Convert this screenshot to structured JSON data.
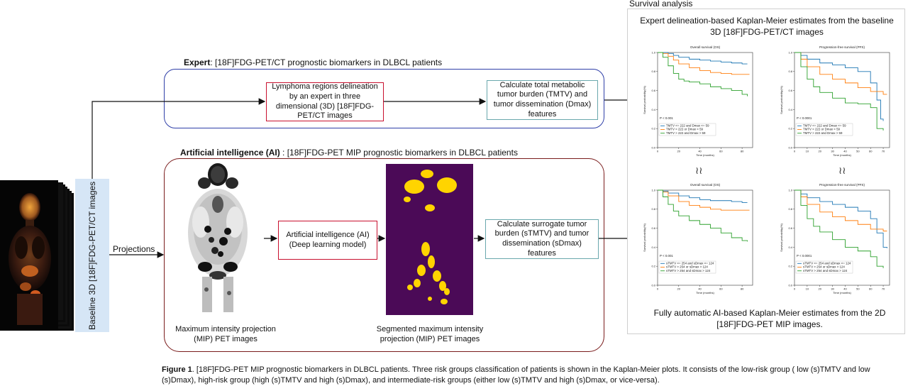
{
  "figure": {
    "survival_header": "Survival analysis",
    "expert_title_bold": "Expert",
    "expert_title_rest": ": [18F]FDG-PET/CT prognostic biomarkers in DLBCL patients",
    "ai_title_bold": "Artificial intelligence (AI)",
    "ai_title_rest": " : [18F]FDG-PET MIP prognostic biomarkers in DLBCL patients",
    "baseline_label": "Baseline 3D [18F]FDG-PET/CT images",
    "projections_label": "Projections",
    "expert_box1": "Lymphoma regions delineation by an expert in three dimensional (3D) [18F]FDG-PET/CT images",
    "expert_box2": "Calculate total metabolic tumor burden (TMTV) and tumor dissemination (Dmax) features",
    "ai_box1": "Artificial intelligence (AI) (Deep learning model)",
    "ai_box2": "Calculate surrogate tumor burden (sTMTV) and tumor dissemination (sDmax) features",
    "mip_caption": "Maximum intensity projection (MIP)  PET images",
    "seg_caption": "Segmented maximum intensity projection (MIP)  PET images",
    "km_top_caption": "Expert delineation-based Kaplan-Meier estimates from the baseline 3D [18F]FDG-PET/CT images",
    "km_bottom_caption": "Fully automatic AI-based Kaplan-Meier estimates from the 2D [18F]FDG-PET MIP images.",
    "break_symbol": "≀≀",
    "caption_bold": "Figure 1",
    "caption_rest": ". [18F]FDG-PET MIP prognostic biomarkers in DLBCL patients. Three risk groups classification of patients is shown in the Kaplan-Meier plots. It consists of the low-risk group ( low (s)TMTV and low (s)Dmax), high-risk group (high (s)TMTV and high (s)Dmax), and intermediate-risk groups (either low (s)TMTV and high (s)Dmax, or vice-versa)."
  },
  "colors": {
    "expert_frame": "#2f3fa8",
    "ai_frame": "#7a1c1c",
    "red_box": "#c8102e",
    "teal_box": "#6aa8ad",
    "baseline_bg": "#d6e6f6",
    "seg_bg": "#4b0a57",
    "seg_fg": "#ffd400",
    "km_low": "#1f77b4",
    "km_mid": "#ff7f0e",
    "km_high": "#2ca02c"
  },
  "chart_data": [
    {
      "type": "line",
      "title": "Overall survival (OS)",
      "xlabel": "Time (months)",
      "ylabel": "Survival probability(%)",
      "xticks": [
        "0",
        "20",
        "40",
        "60",
        "80"
      ],
      "yticks": [
        "0.0",
        "0.2",
        "0.4",
        "0.6",
        "0.8",
        "1.0"
      ],
      "xlim": [
        0,
        90
      ],
      "ylim": [
        0,
        1
      ],
      "pvalue": "P < 0.001",
      "series": [
        {
          "name": "TMTV <= 222 and Dmax <= 59",
          "x": [
            0,
            5,
            10,
            15,
            20,
            30,
            40,
            50,
            60,
            70,
            80,
            85
          ],
          "y": [
            1.0,
            1.0,
            0.99,
            0.97,
            0.95,
            0.93,
            0.92,
            0.91,
            0.9,
            0.89,
            0.88,
            0.88
          ]
        },
        {
          "name": "TMTV > 222 or Dmax > 59",
          "x": [
            0,
            5,
            10,
            15,
            20,
            30,
            40,
            50,
            60,
            70,
            80,
            87
          ],
          "y": [
            1.0,
            0.99,
            0.96,
            0.92,
            0.88,
            0.84,
            0.81,
            0.79,
            0.78,
            0.77,
            0.77,
            0.77
          ]
        },
        {
          "name": "TMTV > 222 and Dmax > 59",
          "x": [
            0,
            5,
            10,
            15,
            20,
            25,
            30,
            40,
            50,
            60,
            70,
            80,
            85
          ],
          "y": [
            1.0,
            0.95,
            0.86,
            0.78,
            0.72,
            0.7,
            0.69,
            0.67,
            0.64,
            0.62,
            0.6,
            0.56,
            0.54
          ]
        }
      ]
    },
    {
      "type": "line",
      "title": "Progression-free survival (PFS)",
      "xlabel": "Time (months)",
      "ylabel": "Survival probability(%)",
      "xticks": [
        "0",
        "10",
        "20",
        "30",
        "40",
        "50",
        "60",
        "70"
      ],
      "yticks": [
        "0.0",
        "0.2",
        "0.4",
        "0.6",
        "0.8",
        "1.0"
      ],
      "xlim": [
        0,
        75
      ],
      "ylim": [
        0,
        1
      ],
      "pvalue": "P < 0.0001",
      "series": [
        {
          "name": "TMTV <= 222 and Dmax <= 59",
          "x": [
            0,
            5,
            10,
            20,
            30,
            40,
            50,
            60,
            65,
            68,
            70
          ],
          "y": [
            1.0,
            0.97,
            0.93,
            0.89,
            0.87,
            0.84,
            0.8,
            0.68,
            0.5,
            0.3,
            0.28
          ]
        },
        {
          "name": "TMTV > 222 or Dmax > 59",
          "x": [
            0,
            5,
            10,
            20,
            30,
            40,
            50,
            60,
            70,
            73
          ],
          "y": [
            1.0,
            0.93,
            0.85,
            0.77,
            0.72,
            0.68,
            0.63,
            0.59,
            0.56,
            0.56
          ]
        },
        {
          "name": "TMTV > 222 and Dmax > 59",
          "x": [
            0,
            5,
            10,
            15,
            20,
            30,
            40,
            50,
            60,
            65,
            70
          ],
          "y": [
            1.0,
            0.85,
            0.72,
            0.64,
            0.58,
            0.52,
            0.47,
            0.46,
            0.42,
            0.2,
            0.18
          ]
        }
      ]
    },
    {
      "type": "line",
      "title": "Overall survival (OS)",
      "xlabel": "Time (months)",
      "ylabel": "Survival probability(%)",
      "xticks": [
        "0",
        "20",
        "40",
        "60",
        "80"
      ],
      "yticks": [
        "0.0",
        "0.2",
        "0.4",
        "0.6",
        "0.8",
        "1.0"
      ],
      "xlim": [
        0,
        90
      ],
      "ylim": [
        0,
        1
      ],
      "pvalue": "P < 0.001",
      "series": [
        {
          "name": "sTMTV <= 254 and sDmax <= 124",
          "x": [
            0,
            5,
            10,
            20,
            30,
            40,
            50,
            60,
            70,
            80,
            85
          ],
          "y": [
            1.0,
            0.99,
            0.97,
            0.94,
            0.92,
            0.9,
            0.89,
            0.89,
            0.88,
            0.87,
            0.87
          ]
        },
        {
          "name": "sTMTV > 254 or sDmax > 124",
          "x": [
            0,
            5,
            10,
            20,
            30,
            40,
            50,
            60,
            70,
            80,
            87
          ],
          "y": [
            1.0,
            0.98,
            0.94,
            0.88,
            0.84,
            0.82,
            0.8,
            0.79,
            0.79,
            0.79,
            0.79
          ]
        },
        {
          "name": "sTMTV > 254 and sDmax > 124",
          "x": [
            0,
            5,
            10,
            15,
            20,
            30,
            40,
            50,
            60,
            70,
            80,
            85
          ],
          "y": [
            1.0,
            0.93,
            0.85,
            0.78,
            0.73,
            0.68,
            0.64,
            0.6,
            0.55,
            0.5,
            0.47,
            0.46
          ]
        }
      ]
    },
    {
      "type": "line",
      "title": "Progression-free survival (PFS)",
      "xlabel": "Time (months)",
      "ylabel": "Survival probability(%)",
      "xticks": [
        "0",
        "10",
        "20",
        "30",
        "40",
        "50",
        "60",
        "70"
      ],
      "yticks": [
        "0.0",
        "0.2",
        "0.4",
        "0.6",
        "0.8",
        "1.0"
      ],
      "xlim": [
        0,
        75
      ],
      "ylim": [
        0,
        1
      ],
      "pvalue": "P < 0.0001",
      "series": [
        {
          "name": "sTMTV <= 254 and sDmax <= 124",
          "x": [
            0,
            5,
            10,
            20,
            30,
            40,
            50,
            60,
            65,
            70,
            73
          ],
          "y": [
            1.0,
            0.96,
            0.92,
            0.88,
            0.85,
            0.82,
            0.78,
            0.7,
            0.55,
            0.4,
            0.39
          ]
        },
        {
          "name": "sTMTV > 254 or sDmax > 124",
          "x": [
            0,
            5,
            10,
            20,
            30,
            40,
            50,
            60,
            70,
            73
          ],
          "y": [
            1.0,
            0.93,
            0.85,
            0.77,
            0.72,
            0.68,
            0.64,
            0.59,
            0.57,
            0.57
          ]
        },
        {
          "name": "sTMTV > 254 and sDmax > 124",
          "x": [
            0,
            5,
            10,
            15,
            20,
            30,
            40,
            50,
            60,
            65,
            70
          ],
          "y": [
            1.0,
            0.84,
            0.7,
            0.62,
            0.56,
            0.48,
            0.4,
            0.36,
            0.3,
            0.2,
            0.18
          ]
        }
      ]
    }
  ]
}
